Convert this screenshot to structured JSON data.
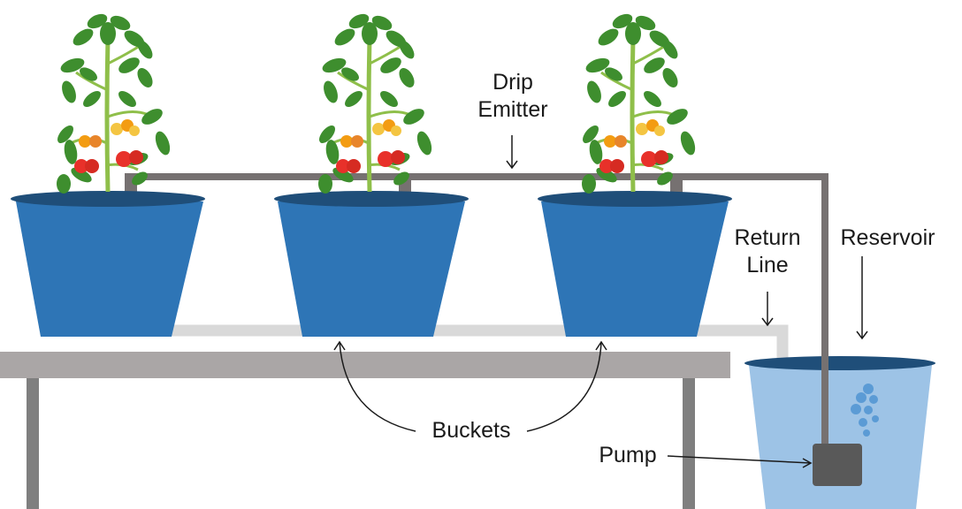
{
  "labels": {
    "drip_line1": "Drip",
    "drip_line2": "Emitter",
    "return_line1": "Return",
    "return_line2": "Line",
    "reservoir": "Reservoir",
    "buckets": "Buckets",
    "pump": "Pump"
  },
  "colors": {
    "bucket_body": "#2e75b6",
    "bucket_rim": "#1f4e79",
    "table_top": "#aaa6a6",
    "table_leg": "#7f7f7f",
    "drip_pipe": "#767171",
    "return_pipe": "#d9d9d9",
    "reservoir_water": "#9dc3e6",
    "reservoir_rim": "#1f4e79",
    "pump": "#595959",
    "bubbles": "#5b9bd5",
    "leaf": "#3e8e2e",
    "stem": "#8fbf4a",
    "tomato_red": "#e8312a",
    "tomato_orange": "#f39c12",
    "tomato_yellow": "#f4c542"
  },
  "icons": [
    "tomato-plant-icon",
    "bucket-icon",
    "pump-icon",
    "air-bubbles-icon"
  ]
}
